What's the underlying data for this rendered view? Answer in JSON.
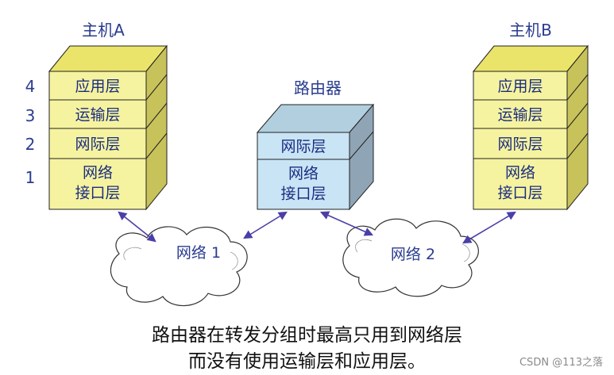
{
  "host_a": {
    "title": "主机A",
    "layers": [
      "应用层",
      "运输层",
      "网际层",
      "网络\n接口层"
    ]
  },
  "host_b": {
    "title": "主机B",
    "layers": [
      "应用层",
      "运输层",
      "网际层",
      "网络\n接口层"
    ]
  },
  "router": {
    "title": "路由器",
    "layers": [
      "网际层",
      "网络\n接口层"
    ]
  },
  "layer_numbers": [
    "4",
    "3",
    "2",
    "1"
  ],
  "networks": {
    "net1": "网络 1",
    "net2": "网络 2"
  },
  "caption": {
    "line1": "路由器在转发分组时最高只用到网络层",
    "line2": "而没有使用运输层和应用层。"
  },
  "watermark": "CSDN @113之落",
  "colors": {
    "host_front": "#f6f3a0",
    "host_side": "#c8c25a",
    "host_top": "#ebe46a",
    "router_front": "#c8e4f5",
    "router_side": "#8fa5b5",
    "router_top": "#b2cfdf",
    "text_blue": "#2a3c8f",
    "arrow": "#4a3fa8"
  }
}
